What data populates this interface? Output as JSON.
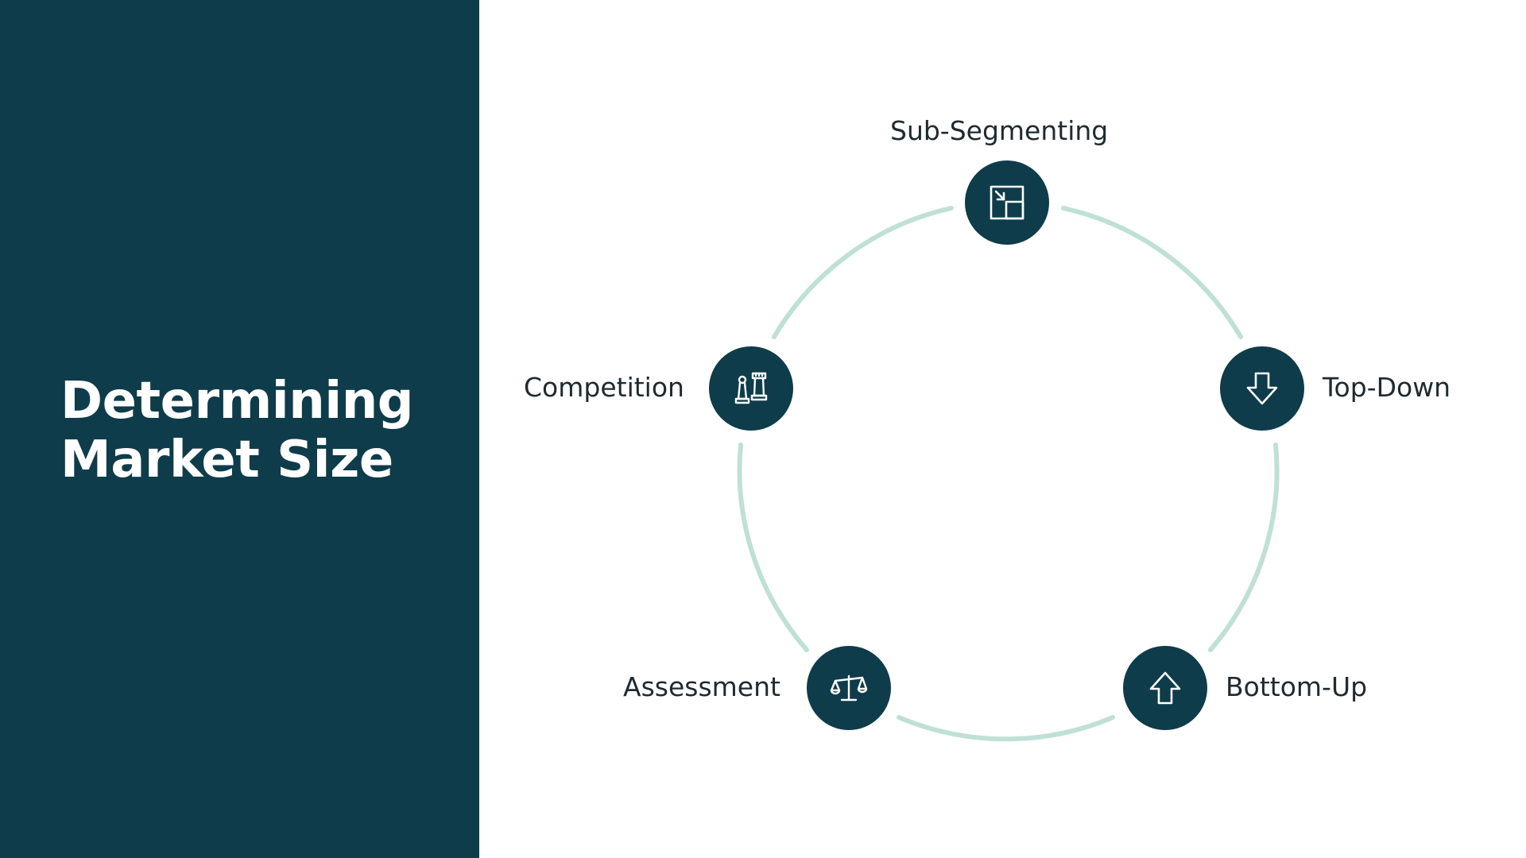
{
  "title": {
    "line1": "Determining",
    "line2": "Market Size"
  },
  "colors": {
    "panel": "#0e3c4a",
    "node": "#0e3c4a",
    "ring": "#bfe0d6",
    "title_text": "#ffffff",
    "label_text": "#1f2a30"
  },
  "nodes": [
    {
      "label": "Sub-Segmenting",
      "icon": "resize-squares-icon"
    },
    {
      "label": "Top-Down",
      "icon": "arrow-down-icon"
    },
    {
      "label": "Bottom-Up",
      "icon": "arrow-up-icon"
    },
    {
      "label": "Assessment",
      "icon": "scale-icon"
    },
    {
      "label": "Competition",
      "icon": "chess-pieces-icon"
    }
  ]
}
